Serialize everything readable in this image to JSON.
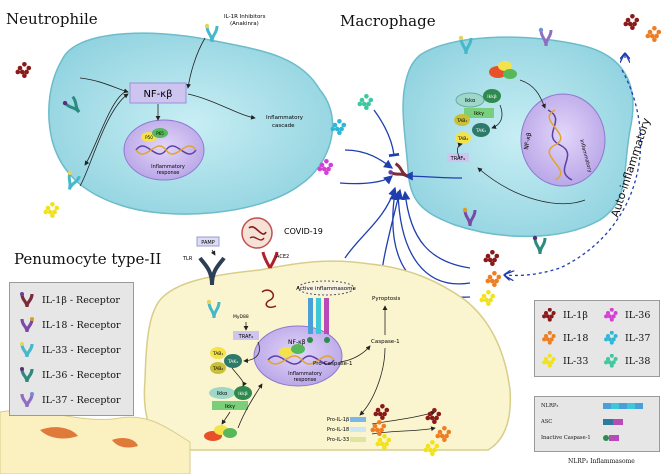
{
  "cells": {
    "neutrophil": "Neutrophile",
    "macrophage": "Macrophage",
    "pneumocyte": "Penumocyte type-II"
  },
  "labels": {
    "il1r_inhibitors": "IL-1R Inhibitors",
    "anakinra": "(Anakinra)",
    "inflammatory_cascade_1": "Inflammatory",
    "inflammatory_cascade_2": "cascade",
    "nfkb": "NF-κβ",
    "nfkb_short": "NF-κβ",
    "p50": "P50",
    "p65": "P65",
    "inflammatory_response_1": "Inflammatory",
    "inflammatory_response_2": "response",
    "auto_inflammatory": "Auto-inflammatory",
    "covid": "COVID-19",
    "ace2": "ACE2",
    "pamp": "PAMP",
    "tlr": "TLR",
    "myd88": "MyD88",
    "traf6": "TRAF₆",
    "tab1": "TAB₁",
    "tab2": "TAB₂",
    "tak1": "TAK₁",
    "ikka": "Ikkα",
    "ikkb": "Ikkβ",
    "ikky": "Ikkγ",
    "active_inflammasome": "Active inflammasome",
    "pyroptosis": "Pyroptosis",
    "caspase1": "Caspase-1",
    "pro_caspase1": "Pro-Caspase-1",
    "pro_il1b": "Pro-IL-1β",
    "pro_il18": "Pro-IL-18",
    "pro_il33": "Pro-IL-33"
  },
  "receptor_legend": [
    {
      "label": "IL-1β - Receptor",
      "color": "#7b2c3a",
      "tip": "#6a3fa0"
    },
    {
      "label": "IL-18 - Receptor",
      "color": "#7a4aa8",
      "tip": "#d9a020"
    },
    {
      "label": "IL-33 - Receptor",
      "color": "#45b8c9",
      "tip": "#e8d35a"
    },
    {
      "label": "IL-36 - Receptor",
      "color": "#2c8a7e",
      "tip": "#5a2f7a"
    },
    {
      "label": "IL-37 - Receptor",
      "color": "#8f6fc0",
      "tip": "#6f8fd8"
    }
  ],
  "cytokine_legend": [
    {
      "label": "IL-1β",
      "color": "#8a1a1a"
    },
    {
      "label": "IL-36",
      "color": "#d63fd6"
    },
    {
      "label": "IL-18",
      "color": "#ef7d22"
    },
    {
      "label": "IL-37",
      "color": "#2fb7d8"
    },
    {
      "label": "IL-33",
      "color": "#f2e21a"
    },
    {
      "label": "IL-38",
      "color": "#3ec7a0"
    }
  ],
  "nlrp3_legend": {
    "rows": [
      {
        "label": "NLRP₃"
      },
      {
        "label": "ASC"
      },
      {
        "label": "Inactive Caspase-1"
      }
    ],
    "caption": "NLRP₃ Inflammasome"
  },
  "colors": {
    "cell_fill": "#9fdbe6",
    "cell_stroke": "#66b8c9",
    "pneumo_fill": "#fbf5cf",
    "nucleus": "#cbb8ee",
    "arrow_blue": "#1f3fae"
  }
}
